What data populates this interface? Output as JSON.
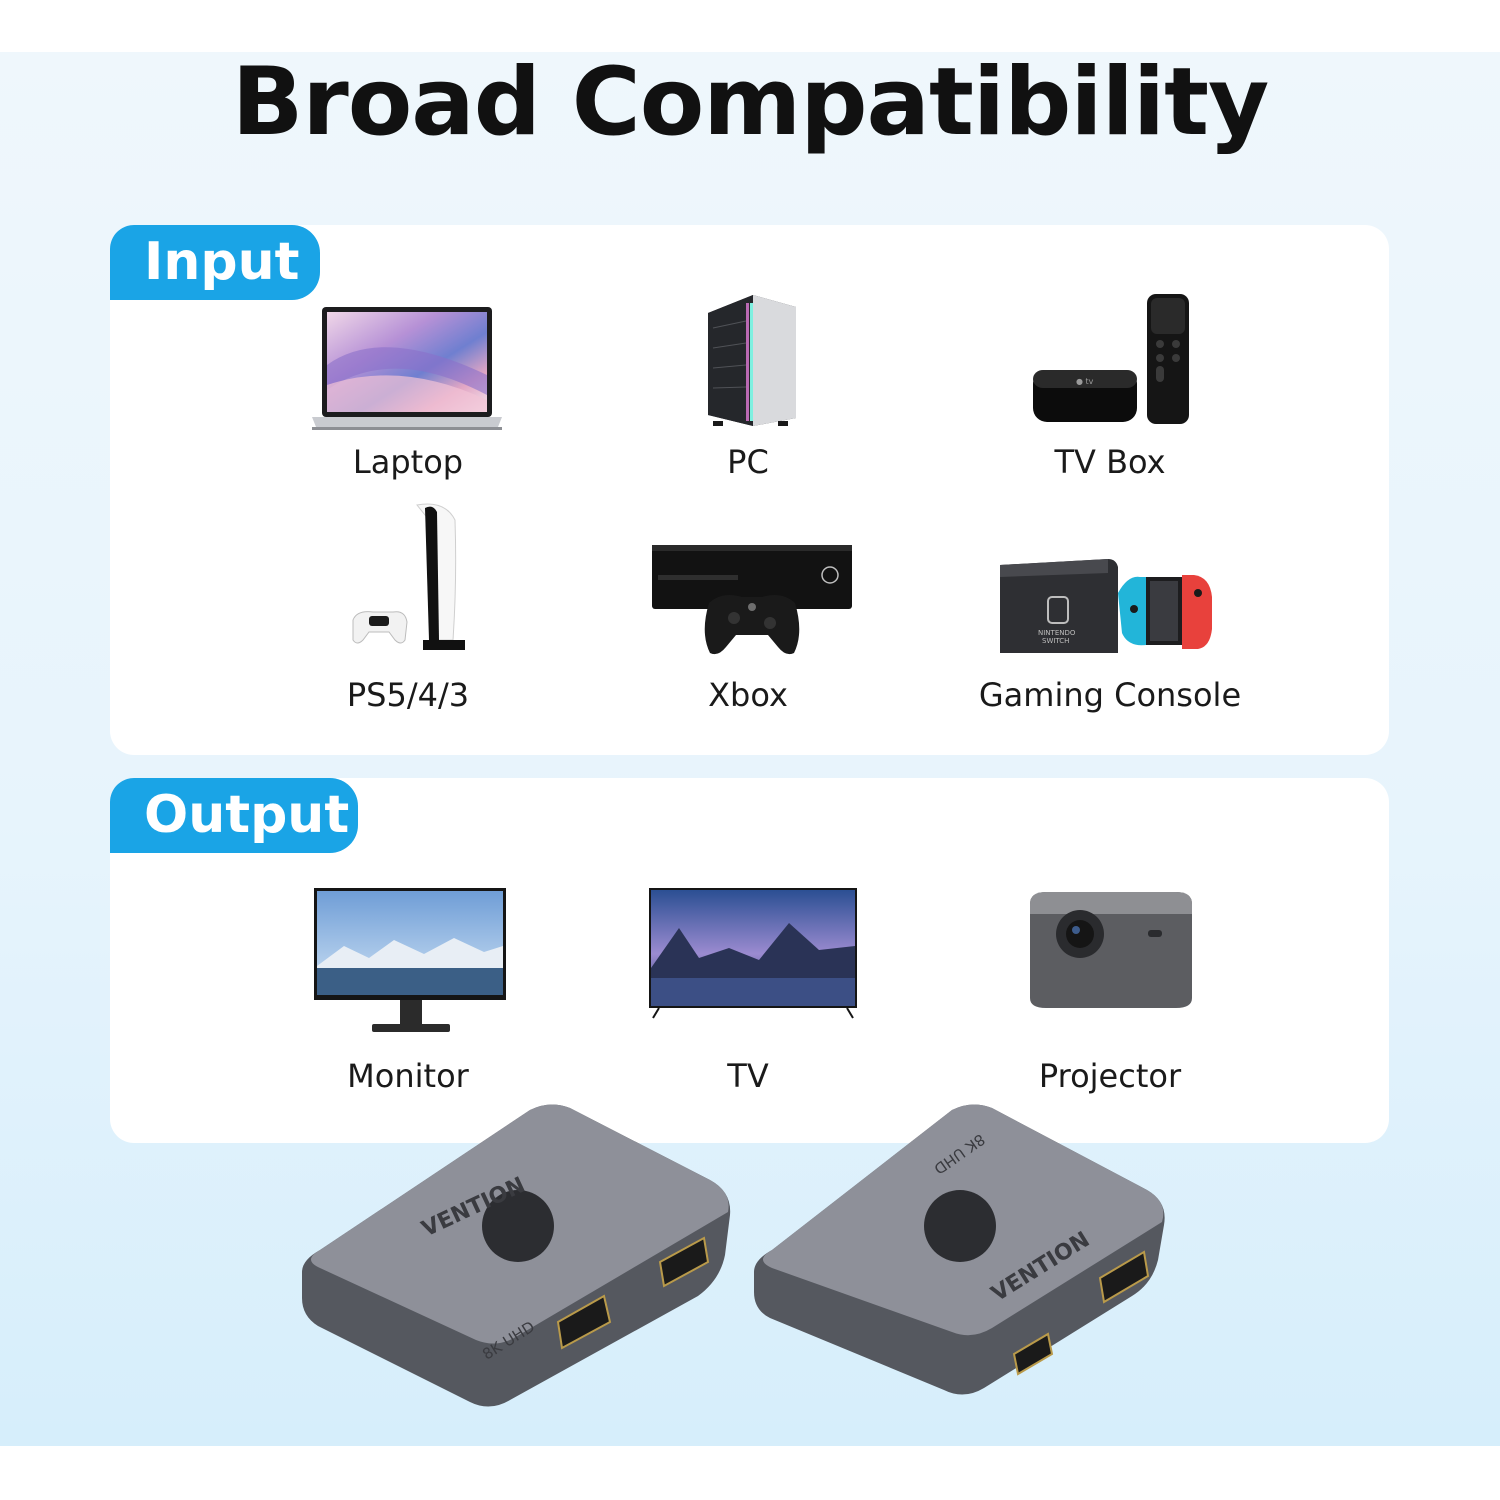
{
  "title": "Broad Compatibility",
  "input": {
    "tag": "Input",
    "devices": [
      {
        "label": "Laptop",
        "icon": "laptop-icon"
      },
      {
        "label": "PC",
        "icon": "pc-tower-icon"
      },
      {
        "label": "TV Box",
        "icon": "tv-box-icon"
      },
      {
        "label": "PS5/4/3",
        "icon": "playstation-icon"
      },
      {
        "label": "Xbox",
        "icon": "xbox-icon"
      },
      {
        "label": "Gaming Console",
        "icon": "nintendo-switch-icon"
      }
    ]
  },
  "output": {
    "tag": "Output",
    "devices": [
      {
        "label": "Monitor",
        "icon": "monitor-icon"
      },
      {
        "label": "TV",
        "icon": "tv-icon"
      },
      {
        "label": "Projector",
        "icon": "projector-icon"
      }
    ]
  },
  "product": {
    "brand": "VENTION",
    "badge": "8K UHD"
  },
  "colors": {
    "accent": "#1aa4e6",
    "background": "#e7f4fc"
  }
}
